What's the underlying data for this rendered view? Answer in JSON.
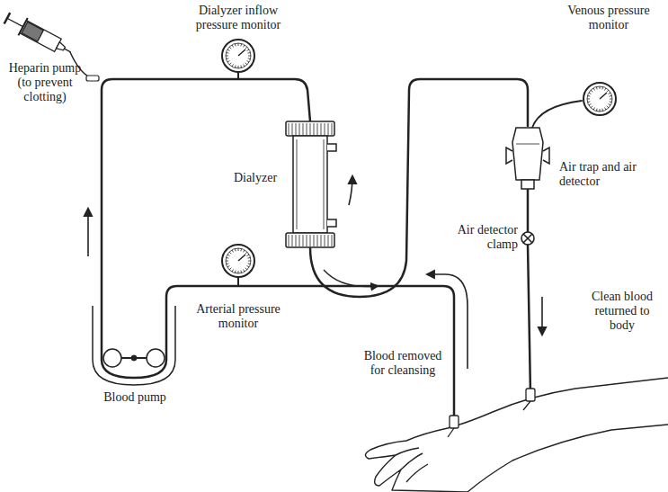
{
  "diagram": {
    "labels": [
      "Dialyzer inflow pressure monitor",
      "Venous pressure monitor",
      "Heparin pump (to prevent clotting)",
      "Dialyzer",
      "Air trap and air detector",
      "Air detector clamp",
      "Clean blood returned to body",
      "Arterial pressure monitor",
      "Blood removed for cleansing",
      "Blood pump"
    ]
  }
}
